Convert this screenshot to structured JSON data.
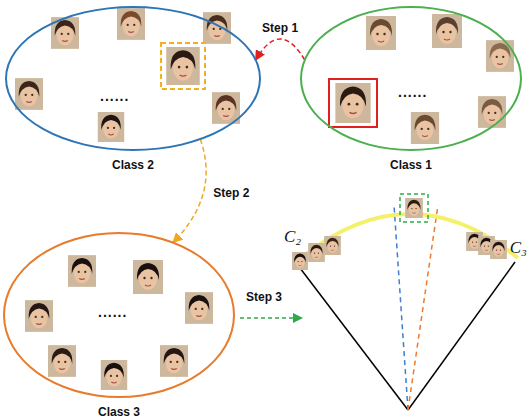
{
  "diagram": {
    "nodes": [
      {
        "text": [
          "......",
          "Class 2"
        ]
      },
      {
        "text": [
          "......",
          "Class 1"
        ]
      },
      {
        "text": [
          "......",
          "Class 3"
        ]
      }
    ],
    "edges": [
      {
        "from": 1,
        "to": 0,
        "arrow": "to",
        "label": "Step 1"
      },
      {
        "from": 0,
        "to": 2,
        "arrow": "to",
        "label": "Step 2"
      }
    ],
    "labels": [
      "Step 3",
      "C₂",
      "C₃"
    ]
  }
}
